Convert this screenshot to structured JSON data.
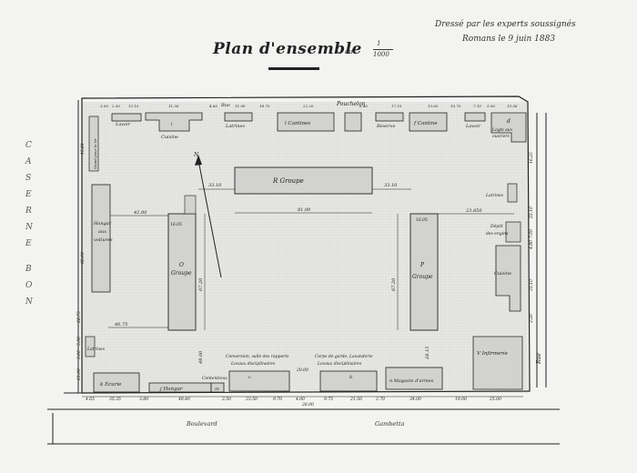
{
  "header": {
    "line1": "Dressé par les experts soussignés",
    "line2": "Romans le 9 juin 1883"
  },
  "title": {
    "main": "Plan d'ensemble",
    "scale_prefix": "au",
    "scale_numerator": "1",
    "scale_denominator": "1000"
  },
  "side_label": {
    "letters": [
      "C",
      "A",
      "S",
      "E",
      "R",
      "N",
      "E",
      "",
      "B",
      "O",
      "N"
    ]
  },
  "roads": {
    "bottom_left": "Boulevard",
    "bottom_right": "Gambetta",
    "right": "Rue",
    "top_rue": "Rue",
    "top_name": "Pouchelon"
  },
  "buildings": {
    "top_lavoir_left": "Lavoir",
    "top_cuisine_letter": "i",
    "top_cuisine": "Cuisine",
    "top_latrines": "Latrines",
    "top_cantines_left": "l Cantines",
    "top_reserve": "Réserve",
    "top_cantine_right": "f Cantine",
    "top_lavoir_right": "Lavoir",
    "top_d": "d",
    "top_d_label": "Logts aux",
    "top_d_label2": "ouvriers",
    "r_groupe": "R Groupe",
    "o_letter": "O",
    "o_groupe": "Groupe",
    "p_letter": "P",
    "p_groupe": "Groupe",
    "left_hangar": "Hangar",
    "left_hangar2": "aux",
    "left_hangar3": "voitures",
    "left_stand": "Stand pour le tir",
    "left_latrines": "Latrines",
    "k_ecurie": "k Ecurie",
    "j_hangar": "j Hangar",
    "m": "m",
    "contentieux": "Contentieux",
    "c": "c",
    "b": "b",
    "conversion_l1": "Conversion, salle des rapports",
    "conversion_l2": "Locaux disciplinaires",
    "corps_l1": "Corps de garde, Lavanderie",
    "corps_l2": "Locaux disciplinaires",
    "magasin": "n Magasin d'armes",
    "v_infirmerie": "V Infirmerie",
    "right_latrines": "Latrines",
    "right_depot": "Dépôt",
    "right_depot2": "des engins",
    "right_cuisine": "Cuisine",
    "north_arrow": "N"
  },
  "dimensions": {
    "top": [
      "3.00",
      "2.50",
      "11.30",
      "17.80",
      "13.10",
      "4.60",
      "11.90",
      "18.70",
      "22.20",
      "14.60",
      "6.40",
      "3.00",
      "17.10",
      "13.60",
      "10.70",
      "7.10",
      "5.00",
      "3.65",
      "15.56"
    ],
    "r_left": "33.10",
    "r_right": "33.10",
    "r_width": "81.00",
    "o_width": "16.05",
    "p_width": "16.05",
    "left_to_o": "42.00",
    "p_to_right": "23.850",
    "o_height": "67.20",
    "p_height": "67.20",
    "left_bottom": "46.75",
    "left_side_top": "15.81",
    "left_side_mid": "62.00",
    "left_side_b1": "28.75",
    "left_side_b2": "5.30",
    "left_side_b3": "5.00",
    "left_side_b4": "21.00",
    "right_side": [
      "16.25",
      "22.10",
      "7.00",
      "4.80",
      "31.10",
      "2.20"
    ],
    "bottom": [
      "4.65",
      "35.35",
      "3.80",
      "48.40",
      "2.50",
      "23.50",
      "9.70",
      "4.00",
      "9.75",
      "21.50",
      "2.70",
      "34.00",
      "19.00",
      "25.00"
    ],
    "bottom_extra": [
      "20.00",
      "26.00"
    ],
    "v_gap": "28.15",
    "o_gap": "48.00",
    "corps": "20.00",
    "mid_small": "5.00",
    "mid_small2": "9.00",
    "mid_small3": "6.10"
  }
}
